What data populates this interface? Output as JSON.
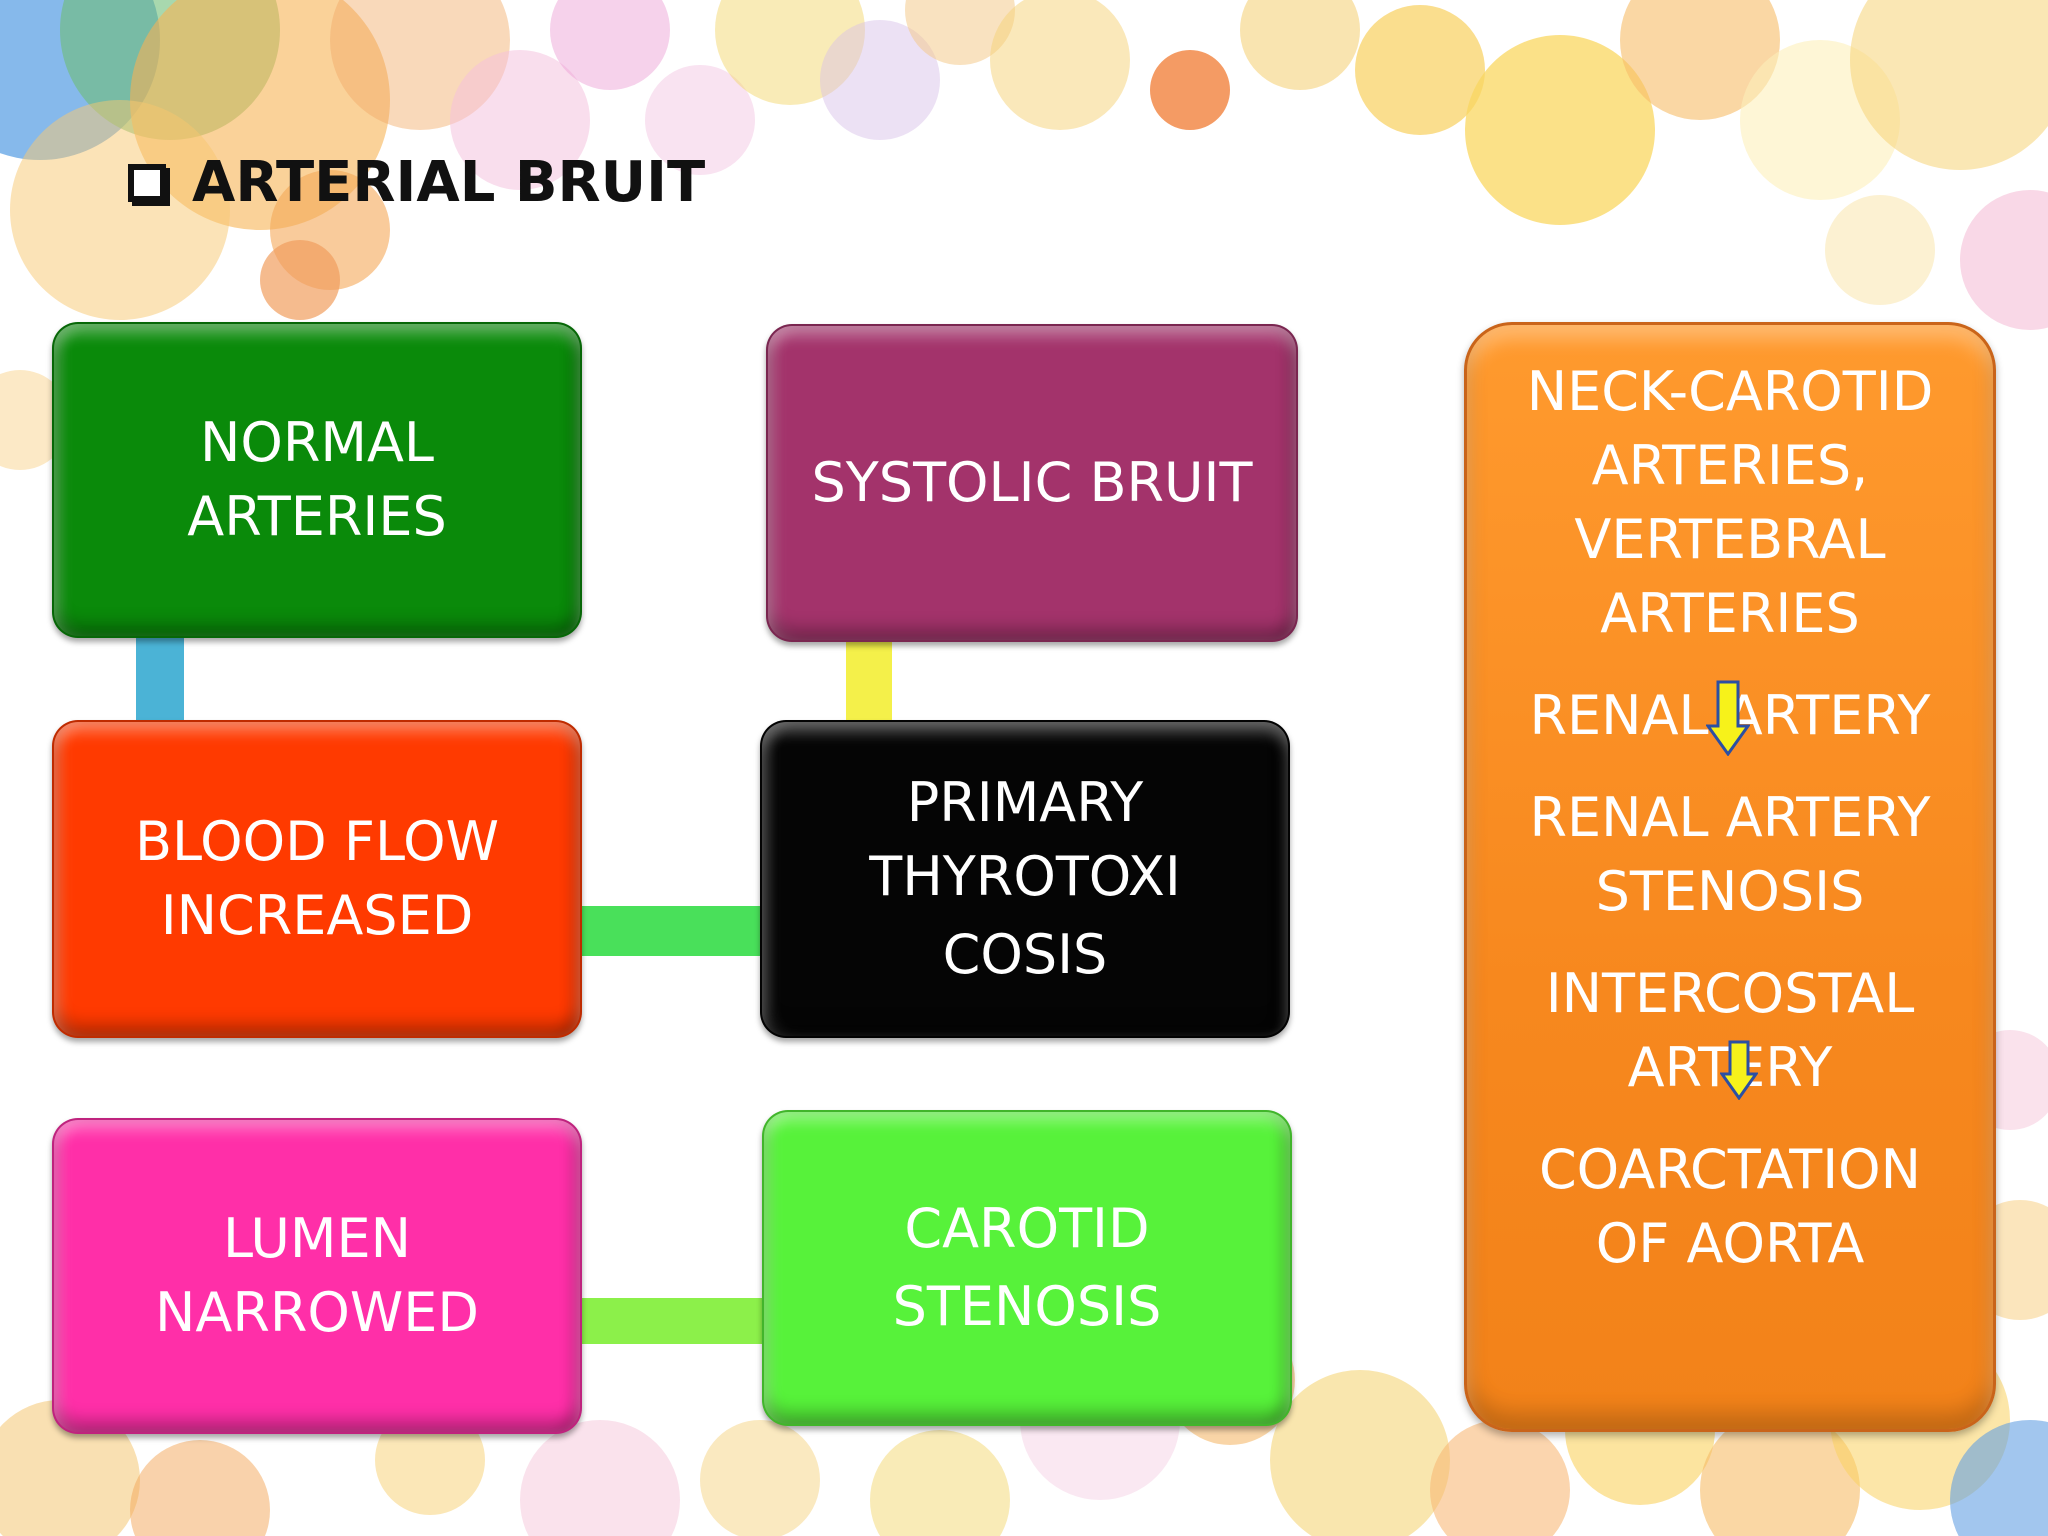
{
  "slide": {
    "title": "ARTERIAL BRUIT",
    "title_bullet_icon": "checkbox-bullet-icon"
  },
  "boxes": {
    "normal_arteries": {
      "lines": [
        "NORMAL",
        "ARTERIES"
      ],
      "color": "#0a8a0a"
    },
    "blood_flow_increased": {
      "lines": [
        "BLOOD FLOW",
        "INCREASED"
      ],
      "color": "#ff3a00"
    },
    "lumen_narrowed": {
      "lines": [
        "LUMEN",
        "NARROWED"
      ],
      "color": "#ff2fa8"
    },
    "systolic_bruit": {
      "lines": [
        "SYSTOLIC BRUIT"
      ],
      "color": "#a3336b"
    },
    "primary_thyrotoxicosis": {
      "lines": [
        "PRIMARY",
        "THYROTOXI",
        "COSIS"
      ],
      "color": "#050505"
    },
    "carotid_stenosis": {
      "lines": [
        "CAROTID",
        "STENOSIS"
      ],
      "color": "#57f23a"
    }
  },
  "connectors": {
    "normal_to_blood_flow": "#4bb3d6",
    "systolic_to_thyrotoxicosis": "#f4f04a",
    "blood_flow_to_thyrotoxicosis": "#49e05a",
    "lumen_to_carotid": "#8cf04a"
  },
  "side_panel": {
    "color": "#f7881e",
    "items": [
      {
        "lines": [
          "NECK-CAROTID",
          "ARTERIES,",
          "VERTEBRAL",
          "ARTERIES"
        ]
      },
      {
        "lines": [
          "RENAL ARTERY"
        ]
      },
      {
        "lines": [
          "RENAL ARTERY",
          "STENOSIS"
        ]
      },
      {
        "lines": [
          "INTERCOSTAL",
          "ARTERY"
        ]
      },
      {
        "lines": [
          "COARCTATION",
          "OF AORTA"
        ]
      }
    ],
    "arrow_color": "#f7f21a",
    "arrow_icon": "down-arrow-icon"
  }
}
